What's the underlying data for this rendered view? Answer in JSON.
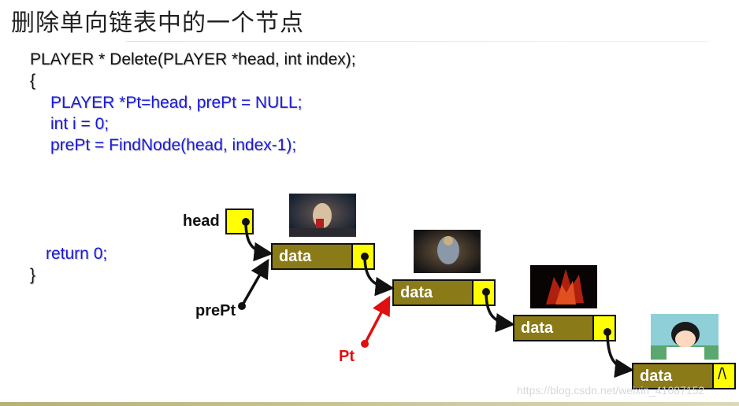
{
  "title": "删除单向链表中的一个节点",
  "code": {
    "line1": "PLAYER * Delete(PLAYER *head, int index);",
    "line2": "{",
    "line3": "PLAYER *Pt=head, prePt = NULL;",
    "line4": "int i = 0;",
    "line5": "prePt = FindNode(head, index-1);",
    "line6": "return 0;",
    "line7": "}"
  },
  "labels": {
    "head": "head",
    "prept": "prePt",
    "pt": "Pt"
  },
  "nodes": [
    "data",
    "data",
    "data",
    "data"
  ],
  "null_symbol": "/\\",
  "watermark": "https://blog.csdn.net/weixin_41087152",
  "colors": {
    "node_fill": "#8a7a18",
    "pointer_box": "#ffff00",
    "code_blue": "#1a1ad6",
    "pt_red": "#e01010"
  }
}
